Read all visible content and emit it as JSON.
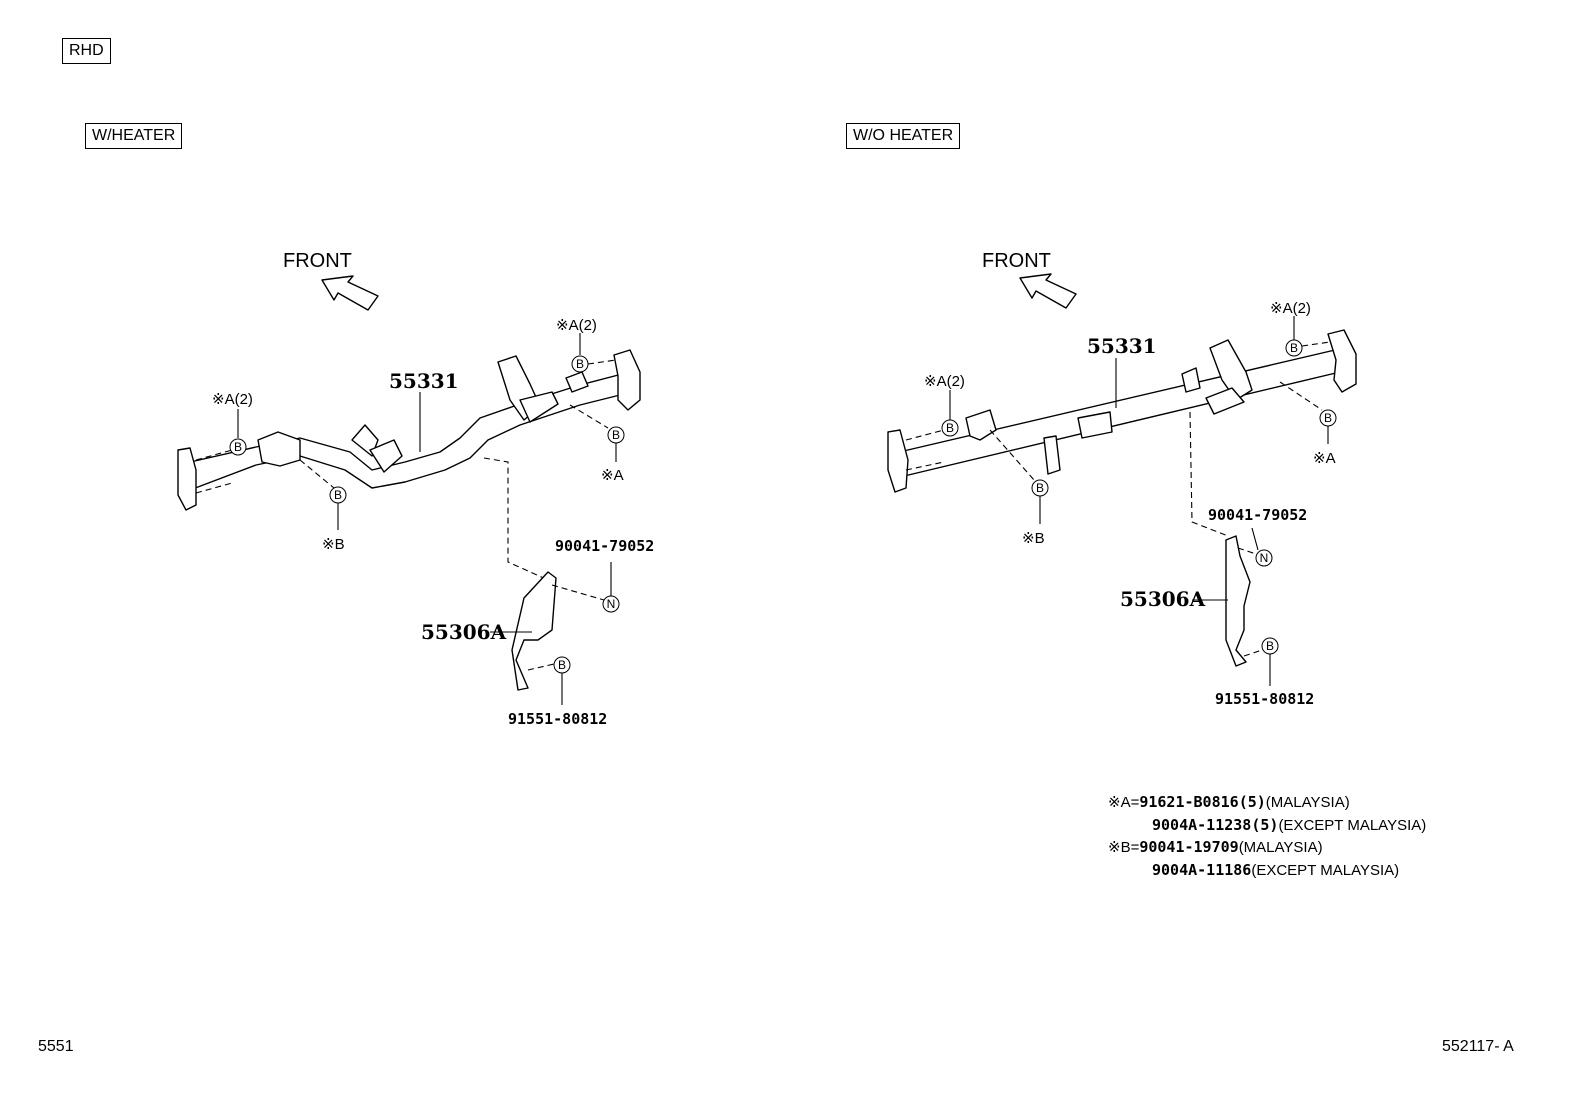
{
  "labels": {
    "rhd": "RHD",
    "w_heater": "W/HEATER",
    "wo_heater": "W/O HEATER",
    "front": "FRONT"
  },
  "left": {
    "main_part": "55331",
    "sub_part": "55306A",
    "nut_part": "90041-79052",
    "bolt_part": "91551-80812",
    "callout_a2_left": "※A(2)",
    "callout_a2_right": "※A(2)",
    "callout_a": "※A",
    "callout_b": "※B",
    "marker_b": "B",
    "marker_n": "N"
  },
  "right": {
    "main_part": "55331",
    "sub_part": "55306A",
    "nut_part": "90041-79052",
    "bolt_part": "91551-80812",
    "callout_a2_left": "※A(2)",
    "callout_a2_right": "※A(2)",
    "callout_a": "※A",
    "callout_b": "※B",
    "marker_b": "B",
    "marker_n": "N"
  },
  "legend": [
    {
      "prefix": "※A=",
      "code": "91621-B0816",
      "qty": "(5)",
      "note": "(MALAYSIA)"
    },
    {
      "prefix": "",
      "code": "9004A-11238",
      "qty": "(5)",
      "note": "(EXCEPT MALAYSIA)"
    },
    {
      "prefix": "※B=",
      "code": "90041-19709",
      "qty": "",
      "note": "(MALAYSIA)"
    },
    {
      "prefix": "",
      "code": "9004A-11186",
      "qty": "",
      "note": "(EXCEPT MALAYSIA)"
    }
  ],
  "footer": {
    "left_code": "5551",
    "right_code": "552117- A"
  }
}
